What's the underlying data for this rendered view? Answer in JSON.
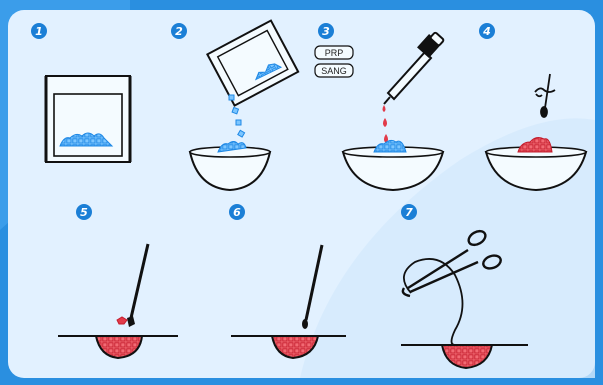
{
  "steps": [
    "1",
    "2",
    "3",
    "4",
    "5",
    "6",
    "7"
  ],
  "tube_labels": [
    "PRP",
    "SANG"
  ],
  "colors": {
    "background": "#2a8fe0",
    "panel": "#dff0ff",
    "badge": "#1b7fd6",
    "granule_blue": "#55b4ff",
    "granule_red": "#e23b4a",
    "ink": "#111111"
  }
}
